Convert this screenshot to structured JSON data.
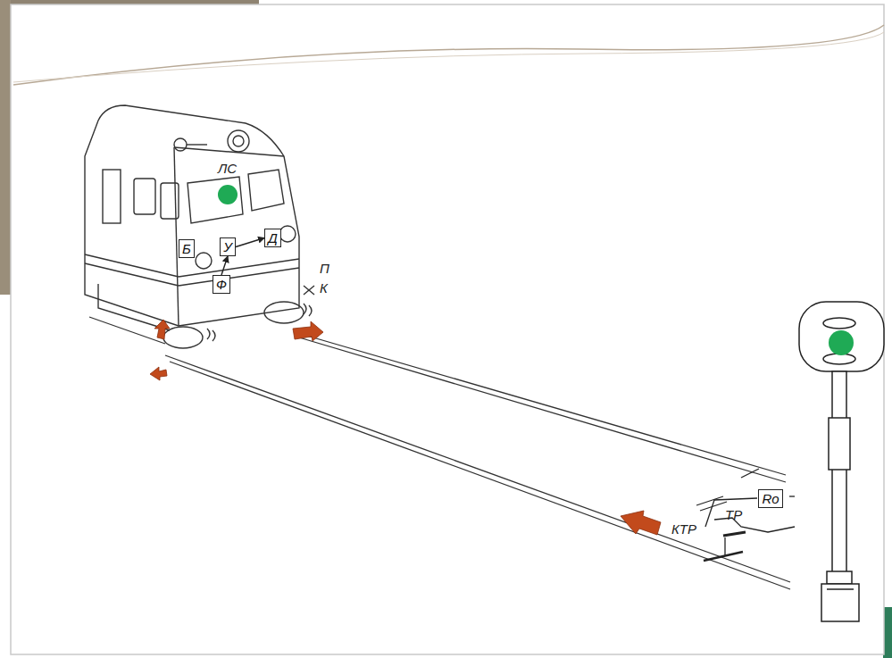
{
  "diagram": {
    "nodes": [
      {
        "text": [
          "Б"
        ]
      },
      {
        "text": [
          "У"
        ]
      },
      {
        "text": [
          "Д"
        ]
      },
      {
        "text": [
          "Ф"
        ]
      },
      {
        "text": [
          "Ro"
        ]
      }
    ],
    "edges": [
      {
        "from": 3,
        "to": 1,
        "arrow": "to"
      },
      {
        "from": 1,
        "to": 2,
        "arrow": "to"
      }
    ],
    "labels": [
      "ЛС",
      "П",
      "К",
      "ТР",
      "КТР"
    ]
  }
}
